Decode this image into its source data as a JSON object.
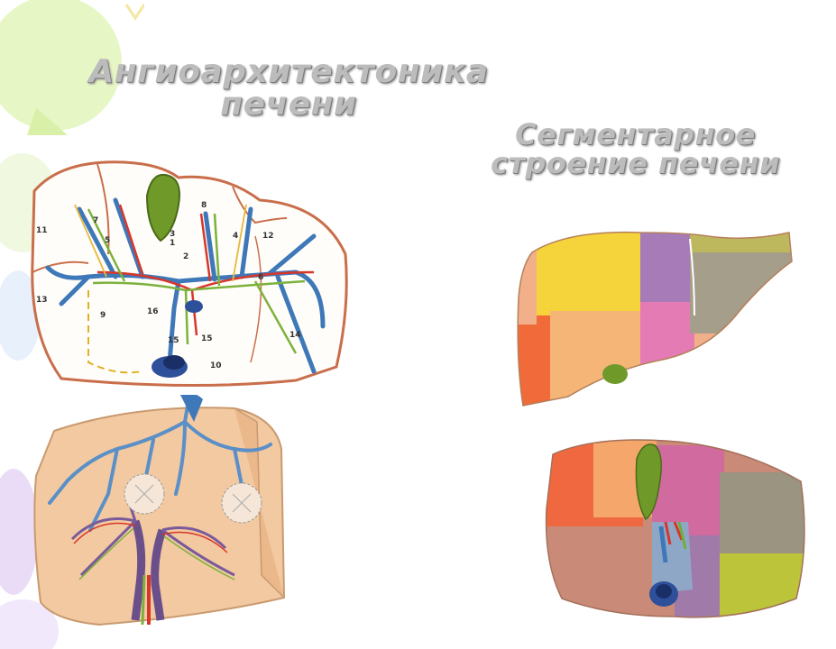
{
  "slide": {
    "title_main_line1": "Ангиоархитектоника",
    "title_main_line2": "печени",
    "title_seg_line1": "Сегментарное",
    "title_seg_line2": "строение печени"
  },
  "diagram_labels": [
    "1",
    "2",
    "3",
    "4",
    "5",
    "6",
    "7",
    "8",
    "9",
    "10",
    "11",
    "12",
    "13",
    "14",
    "15",
    "15",
    "16"
  ],
  "colors": {
    "background": "#ffffff",
    "title_gray": "#bcbcbc",
    "portal_blue": "#3f78b8",
    "artery_red": "#d8362a",
    "bile_green": "#6fae3a",
    "liver_peach": "#f2c9a0",
    "gallbladder": "#6f9a2a",
    "vena_cava": "#2e4f9a"
  }
}
